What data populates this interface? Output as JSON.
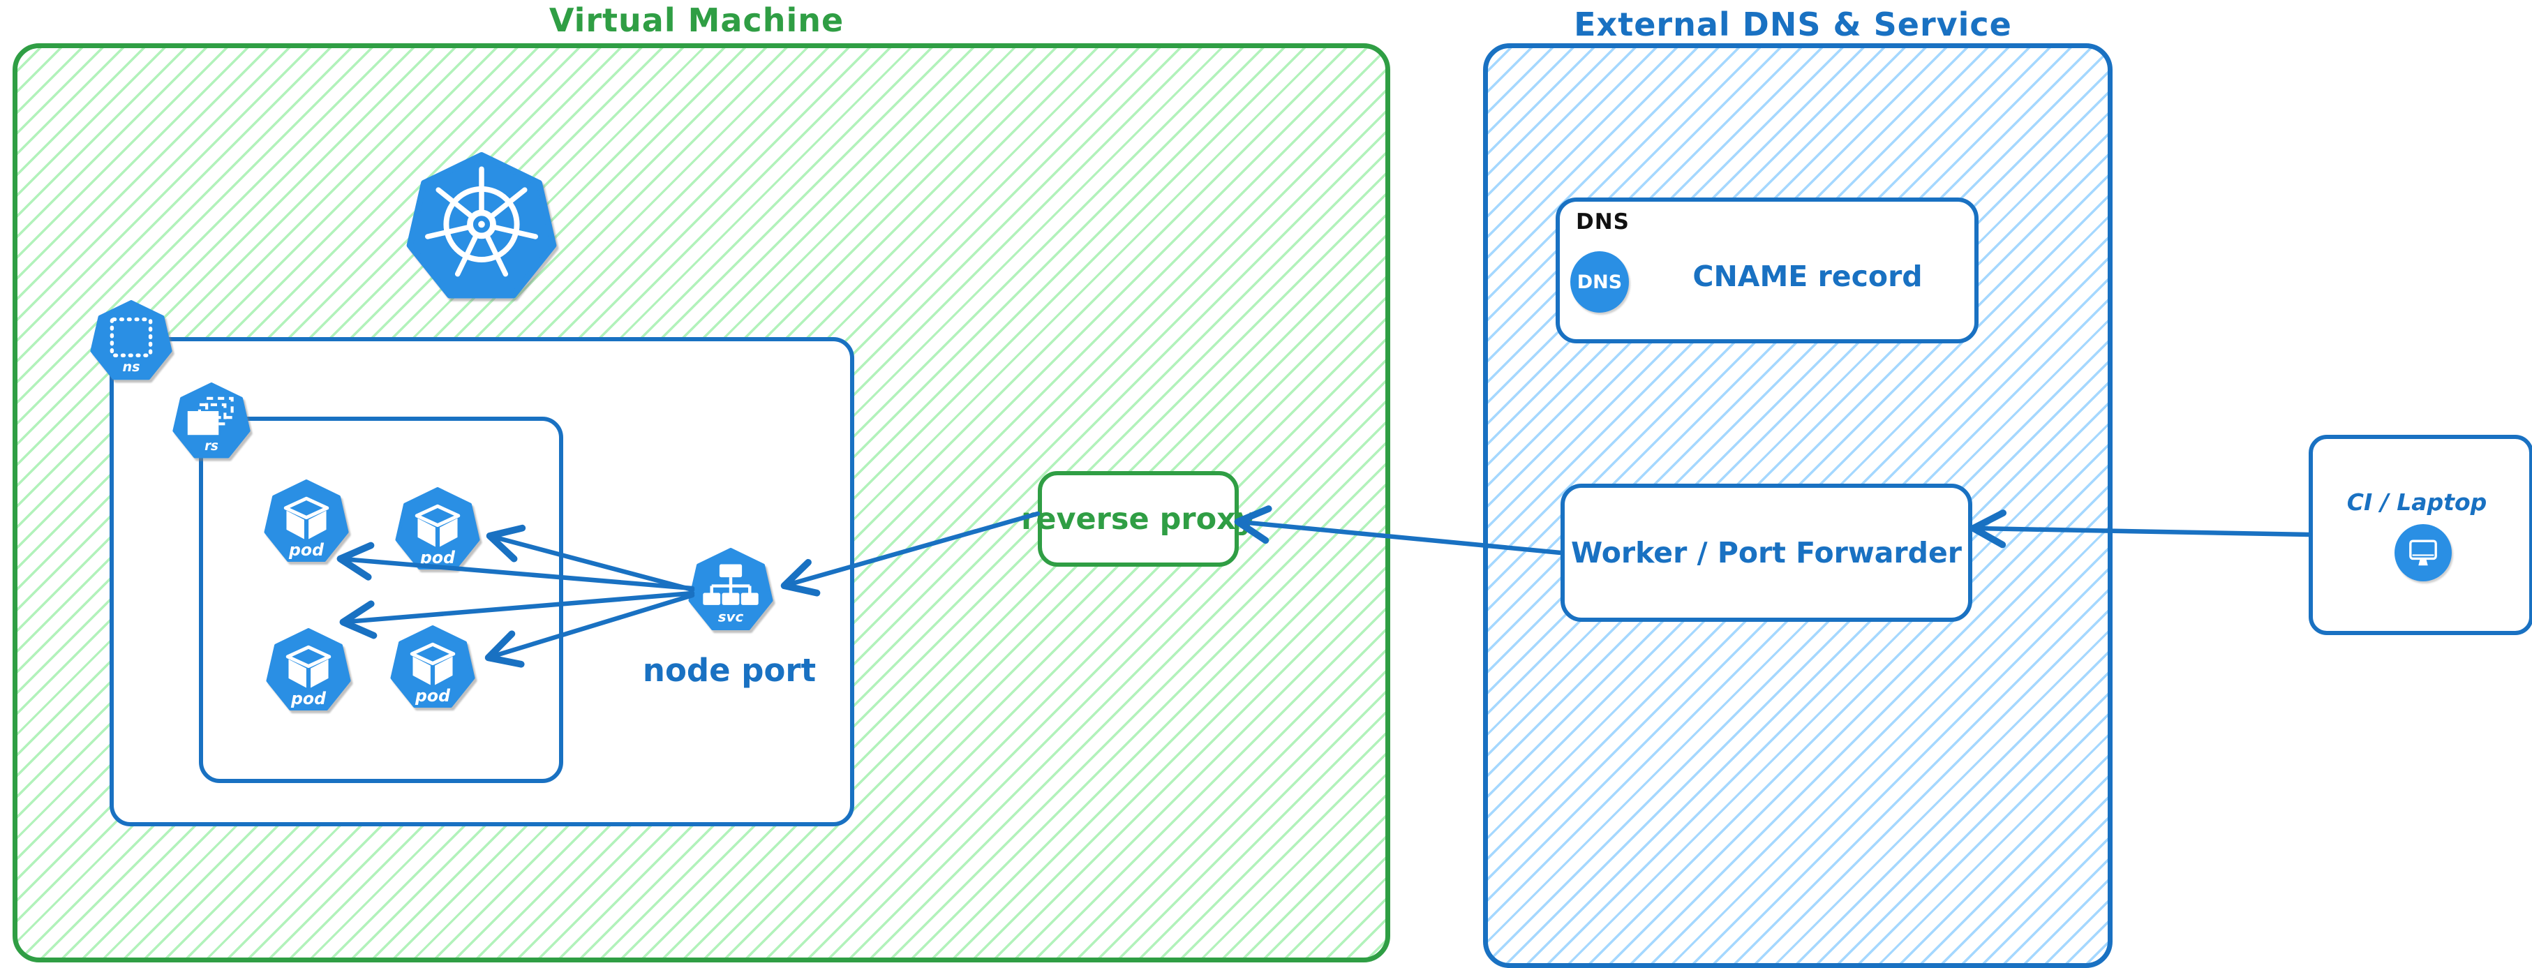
{
  "groups": {
    "vm": {
      "title": "Virtual Machine"
    },
    "external": {
      "title": "External DNS & Service"
    }
  },
  "nodes": {
    "kubernetes_logo": {
      "icon": "kubernetes-wheel"
    },
    "namespace_icon": {
      "label": "ns"
    },
    "replicaset_icon": {
      "label": "rs"
    },
    "pods": [
      {
        "label": "pod"
      },
      {
        "label": "pod"
      },
      {
        "label": "pod"
      },
      {
        "label": "pod"
      }
    ],
    "service_icon": {
      "label": "svc",
      "caption": "node port"
    },
    "reverse_proxy": {
      "label": "reverse proxy"
    },
    "dns_card": {
      "badge": "DNS",
      "icon_text": "DNS",
      "label": "CNAME record"
    },
    "worker": {
      "label": "Worker / Port Forwarder"
    },
    "ci": {
      "label": "CI / Laptop",
      "icon": "monitor"
    }
  },
  "arrows": [
    {
      "from": "CI / Laptop",
      "to": "Worker / Port Forwarder"
    },
    {
      "from": "Worker / Port Forwarder",
      "to": "reverse proxy"
    },
    {
      "from": "reverse proxy",
      "to": "node port (svc)"
    },
    {
      "from": "node port (svc)",
      "to": "pod-1"
    },
    {
      "from": "node port (svc)",
      "to": "pod-2"
    },
    {
      "from": "node port (svc)",
      "to": "pod-3"
    },
    {
      "from": "node port (svc)",
      "to": "pod-4"
    }
  ],
  "colors": {
    "green_stroke": "#2f9e44",
    "green_hatch": "#b2f2bb",
    "blue_stroke": "#1971c2",
    "blue_hatch": "#a5d8ff",
    "icon_blue": "#2a8fe4",
    "badge_text": "#111111"
  }
}
